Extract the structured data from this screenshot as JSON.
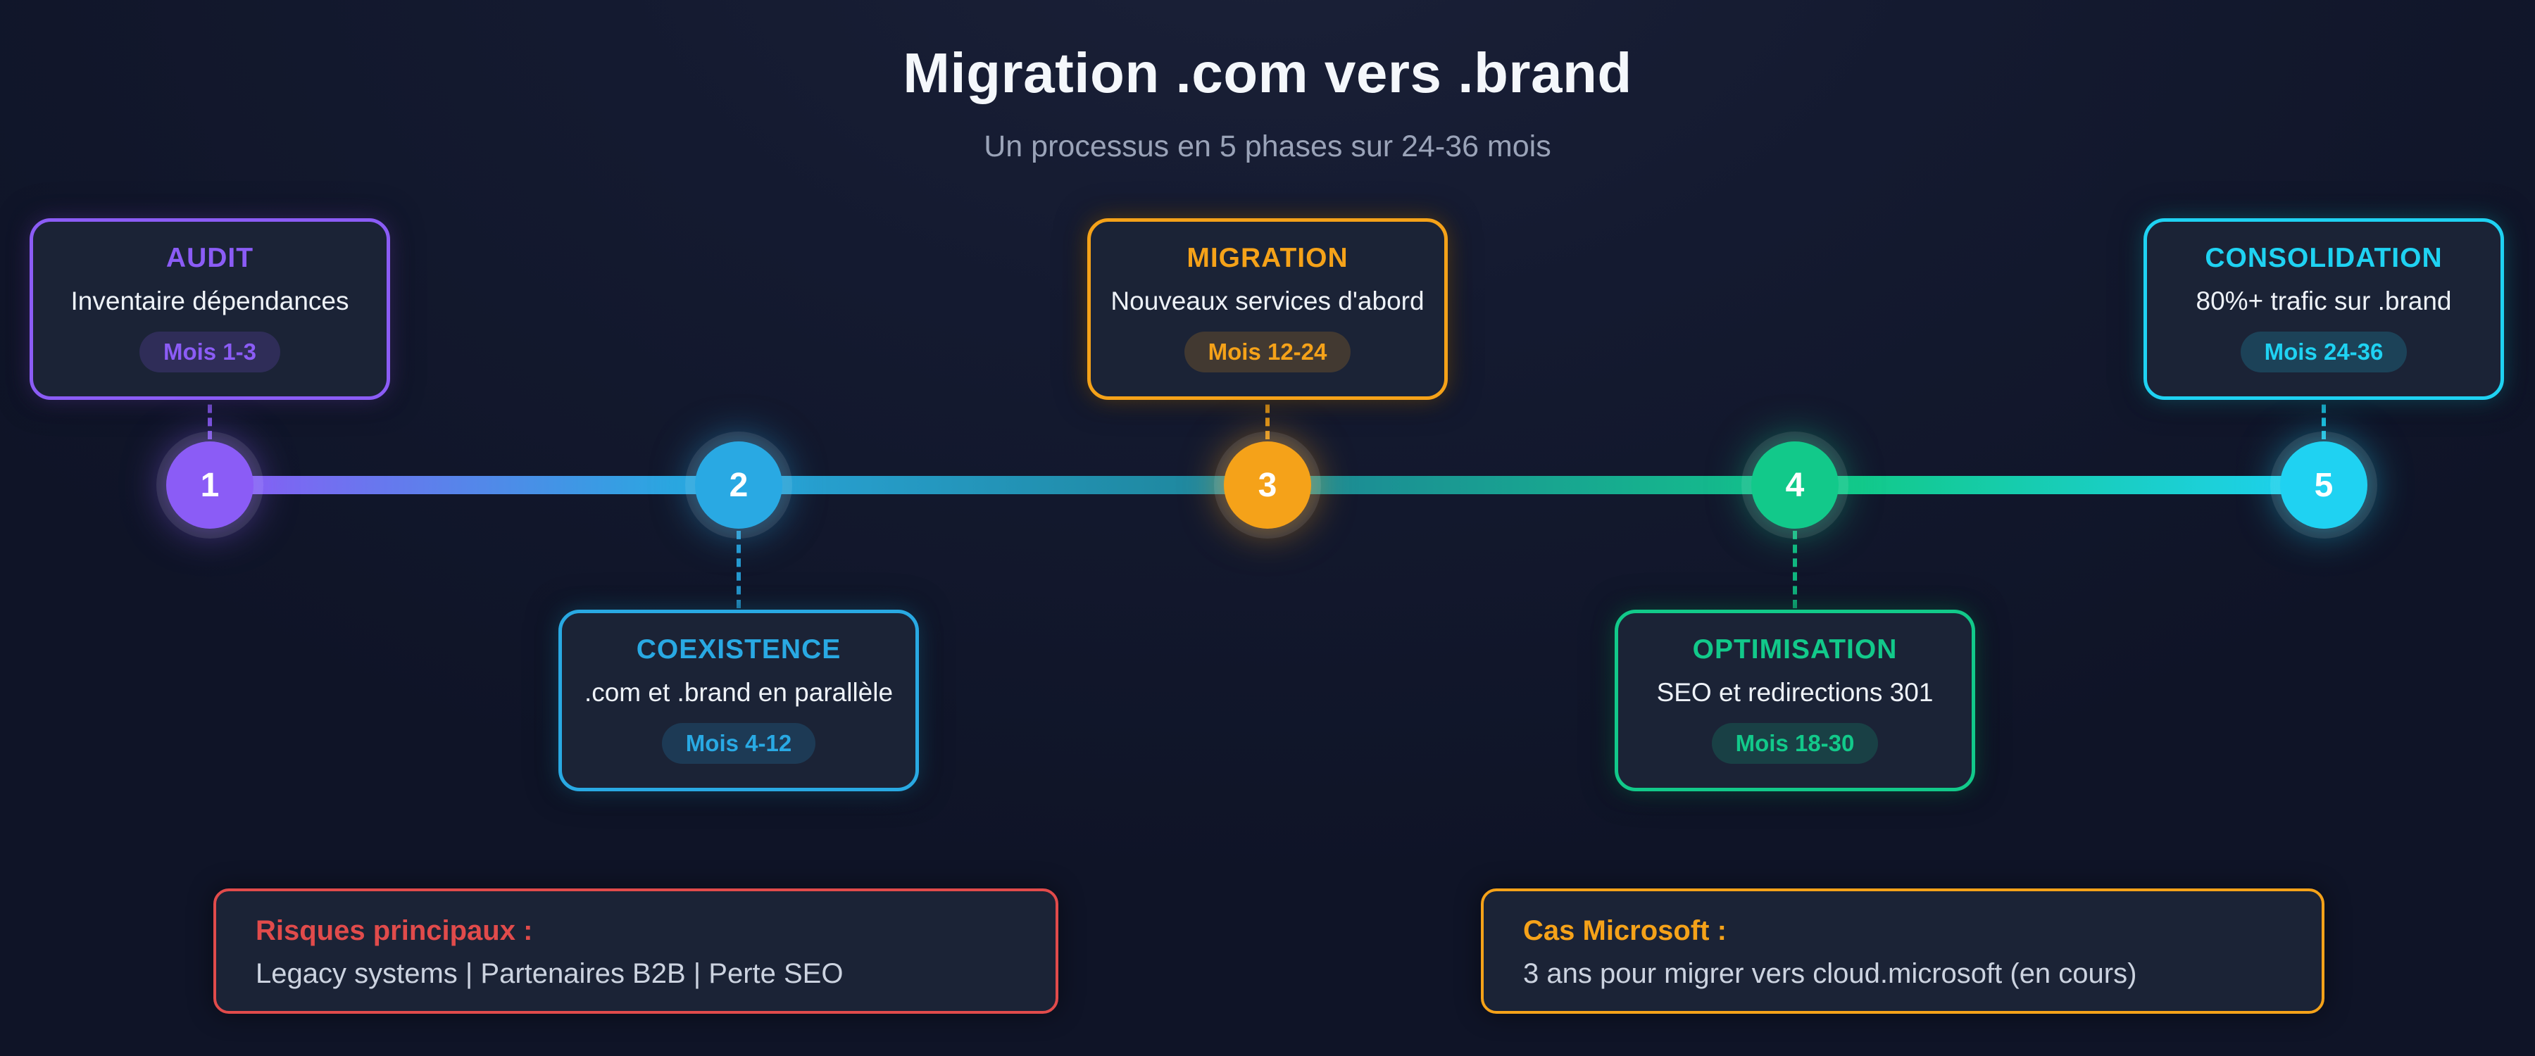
{
  "header": {
    "title": "Migration .com vers .brand",
    "subtitle": "Un processus en 5 phases sur 24-36 mois"
  },
  "phases": [
    {
      "number": "1",
      "name": "AUDIT",
      "description": "Inventaire dépendances",
      "badge": "Mois 1-3",
      "color": "#8b5cf6"
    },
    {
      "number": "2",
      "name": "COEXISTENCE",
      "description": ".com et .brand en parallèle",
      "badge": "Mois 4-12",
      "color": "#29a9e3"
    },
    {
      "number": "3",
      "name": "MIGRATION",
      "description": "Nouveaux services d'abord",
      "badge": "Mois 12-24",
      "color": "#f5a219"
    },
    {
      "number": "4",
      "name": "OPTIMISATION",
      "description": "SEO et redirections 301",
      "badge": "Mois 18-30",
      "color": "#12c98a"
    },
    {
      "number": "5",
      "name": "CONSOLIDATION",
      "description": "80%+ trafic sur .brand",
      "badge": "Mois 24-36",
      "color": "#1fd2f2"
    }
  ],
  "notes": [
    {
      "title": "Risques principaux :",
      "text": "Legacy systems | Partenaires B2B | Perte SEO",
      "color": "#e14b4b"
    },
    {
      "title": "Cas Microsoft :",
      "text": "3 ans pour migrer vers cloud.microsoft (en cours)",
      "color": "#f5a219"
    }
  ]
}
